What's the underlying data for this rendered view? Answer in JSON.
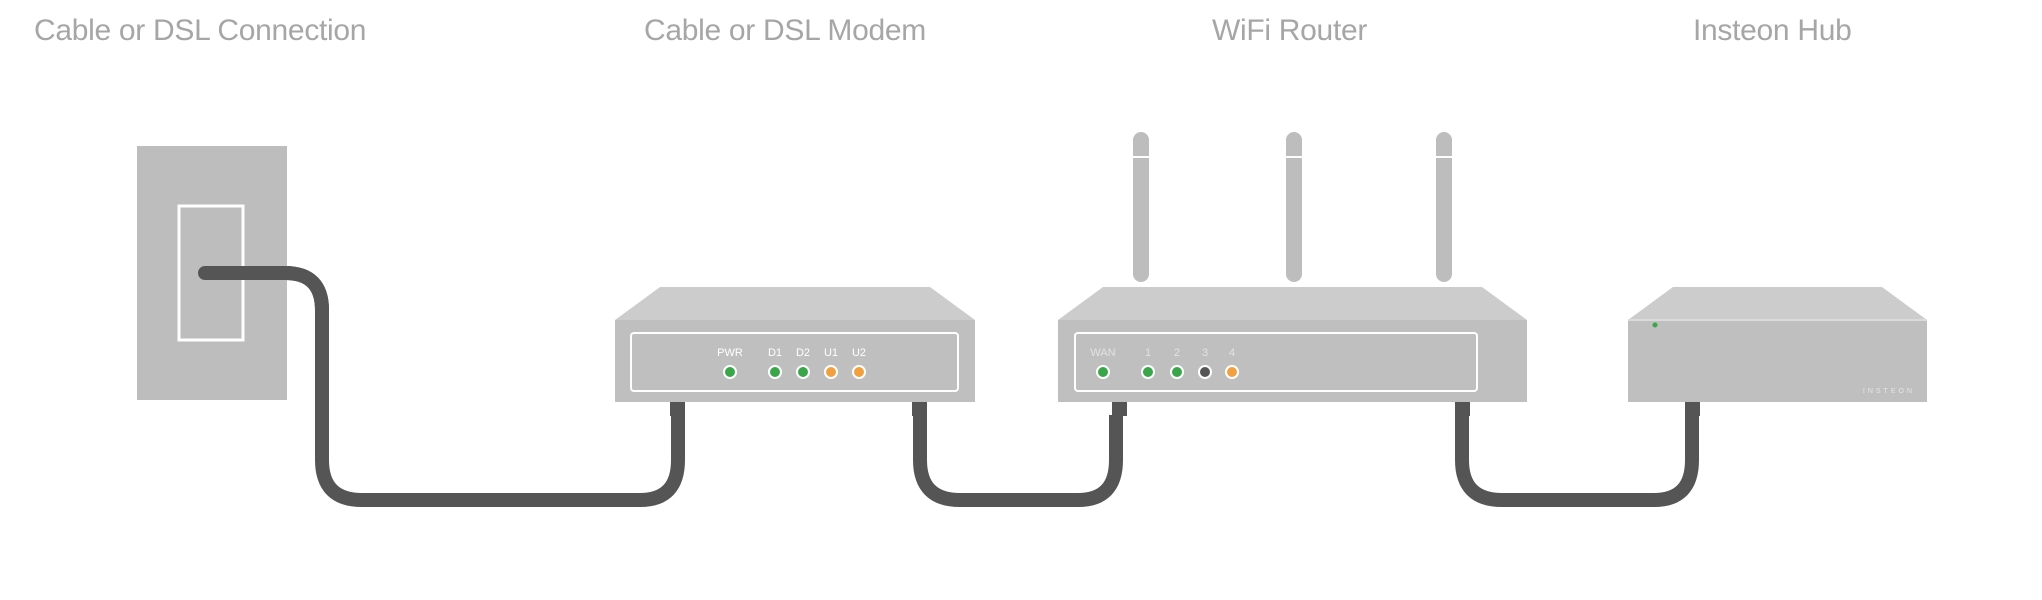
{
  "titles": {
    "connection": "Cable or DSL Connection",
    "modem": "Cable or DSL Modem",
    "router": "WiFi Router",
    "hub": "Insteon Hub"
  },
  "modem": {
    "labels": {
      "pwr": "PWR",
      "d1": "D1",
      "d2": "D2",
      "u1": "U1",
      "u2": "U2"
    }
  },
  "router": {
    "labels": {
      "wan": "WAN",
      "p1": "1",
      "p2": "2",
      "p3": "3",
      "p4": "4"
    }
  },
  "hub": {
    "brand": "INSTEON"
  },
  "colors": {
    "device_body": "#bfbfbf",
    "device_top": "#cccccc",
    "wall_plate": "#bdbdbd",
    "cable": "#555555",
    "led_green": "#3aa64a",
    "led_orange": "#f0a040",
    "led_gray": "#555555",
    "title_text": "#a6a6a6"
  }
}
